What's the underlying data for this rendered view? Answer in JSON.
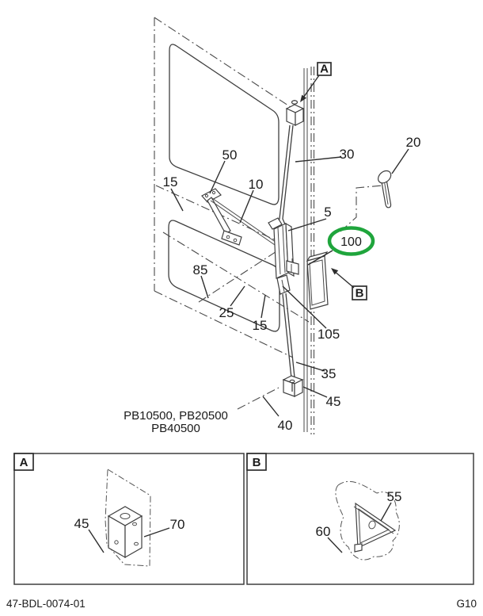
{
  "colors": {
    "line": "#3f3f3f",
    "highlight_green": "#1fa53c",
    "text": "#1a1a1a"
  },
  "main": {
    "callouts": {
      "5": "5",
      "10": "10",
      "15": "15",
      "20": "20",
      "25": "25",
      "30": "30",
      "35": "35",
      "40": "40",
      "45": "45",
      "50": "50",
      "85": "85",
      "100": "100",
      "105": "105"
    },
    "highlighted_part": "100",
    "markers": {
      "a": "A",
      "b": "B"
    },
    "models_line1": "PB10500, PB20500",
    "models_line2": "PB40500"
  },
  "detail_a": {
    "marker": "A",
    "callouts": {
      "45": "45",
      "70": "70"
    }
  },
  "detail_b": {
    "marker": "B",
    "callouts": {
      "55": "55",
      "60": "60"
    }
  },
  "footer": {
    "doc_number": "47-BDL-0074-01",
    "page_code": "G10"
  }
}
